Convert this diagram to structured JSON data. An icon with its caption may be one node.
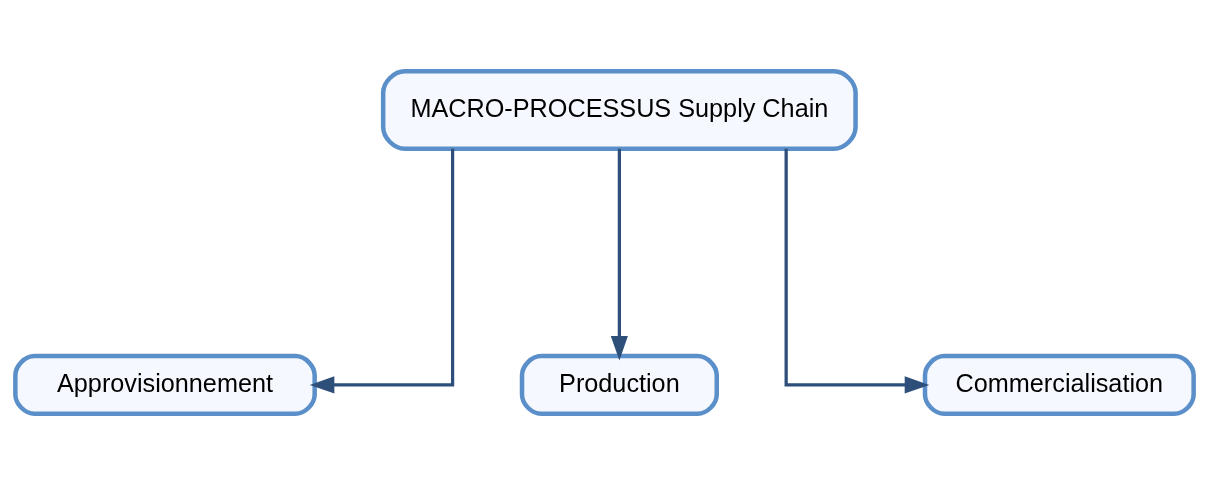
{
  "diagram": {
    "nodes": [
      {
        "text": [
          "MACRO-PROCESSUS Supply Chain"
        ]
      },
      {
        "text": [
          "Approvisionnement"
        ]
      },
      {
        "text": [
          "Production"
        ]
      },
      {
        "text": [
          "Commercialisation"
        ]
      }
    ],
    "edges": [
      {
        "from": 0,
        "to": 1,
        "arrow": "to"
      },
      {
        "from": 0,
        "to": 2,
        "arrow": "to"
      },
      {
        "from": 0,
        "to": 3,
        "arrow": "to"
      }
    ]
  }
}
